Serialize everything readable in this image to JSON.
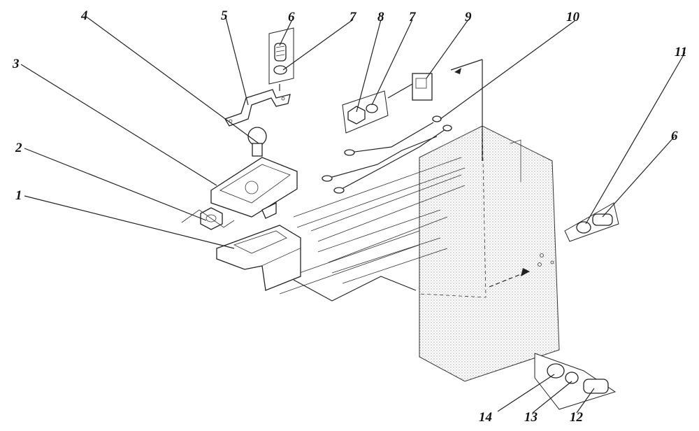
{
  "diagram": {
    "labels": [
      {
        "id": "1",
        "text": "1"
      },
      {
        "id": "2",
        "text": "2"
      },
      {
        "id": "3",
        "text": "3"
      },
      {
        "id": "4",
        "text": "4"
      },
      {
        "id": "5",
        "text": "5"
      },
      {
        "id": "6a",
        "text": "6"
      },
      {
        "id": "7a",
        "text": "7"
      },
      {
        "id": "8",
        "text": "8"
      },
      {
        "id": "7b",
        "text": "7"
      },
      {
        "id": "9",
        "text": "9"
      },
      {
        "id": "10",
        "text": "10"
      },
      {
        "id": "11",
        "text": "11"
      },
      {
        "id": "6b",
        "text": "6"
      },
      {
        "id": "14",
        "text": "14"
      },
      {
        "id": "13",
        "text": "13"
      },
      {
        "id": "12",
        "text": "12"
      }
    ]
  }
}
